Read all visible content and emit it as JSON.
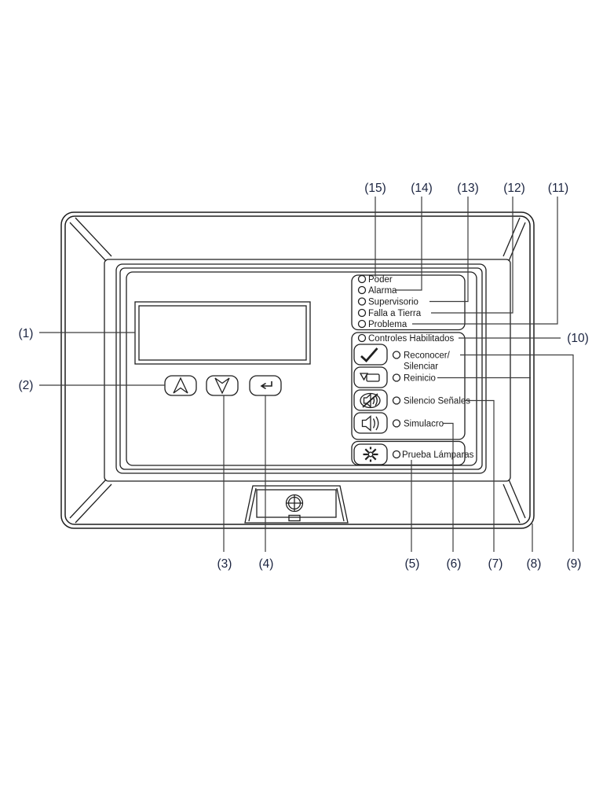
{
  "doc": {
    "type": "annunciator-front-panel-diagram",
    "language": "es"
  },
  "callouts": {
    "1": "(1)",
    "2": "(2)",
    "3": "(3)",
    "4": "(4)",
    "5": "(5)",
    "6": "(6)",
    "7": "(7)",
    "8": "(8)",
    "9": "(9)",
    "10": "(10)",
    "11": "(11)",
    "12": "(12)",
    "13": "(13)",
    "14": "(14)",
    "15": "(15)"
  },
  "panel": {
    "status_leds": [
      "Poder",
      "Alarma",
      "Supervisorio",
      "Falla a Tierra",
      "Problema"
    ],
    "controls_enabled_led": "Controles Habilitados",
    "control_buttons": [
      {
        "label": "Reconocer/",
        "label2": "Silenciar",
        "icon": "checkmark-icon"
      },
      {
        "label": "Reinicio",
        "icon": "reset-icon"
      },
      {
        "label": "Silencio Señales",
        "icon": "signal-silence-icon"
      },
      {
        "label": "Simulacro",
        "icon": "speaker-icon"
      }
    ],
    "lamp_test": {
      "label": "Prueba Lámparas",
      "icon": "lamp-test-icon"
    },
    "nav_buttons": [
      {
        "icon": "up-arrow-icon"
      },
      {
        "icon": "down-arrow-icon"
      },
      {
        "icon": "enter-icon"
      }
    ],
    "latch": {
      "icon": "screw-icon"
    }
  },
  "colors": {
    "line": "#1f1f1f",
    "callout_text": "#1b2440",
    "background": "#ffffff"
  }
}
